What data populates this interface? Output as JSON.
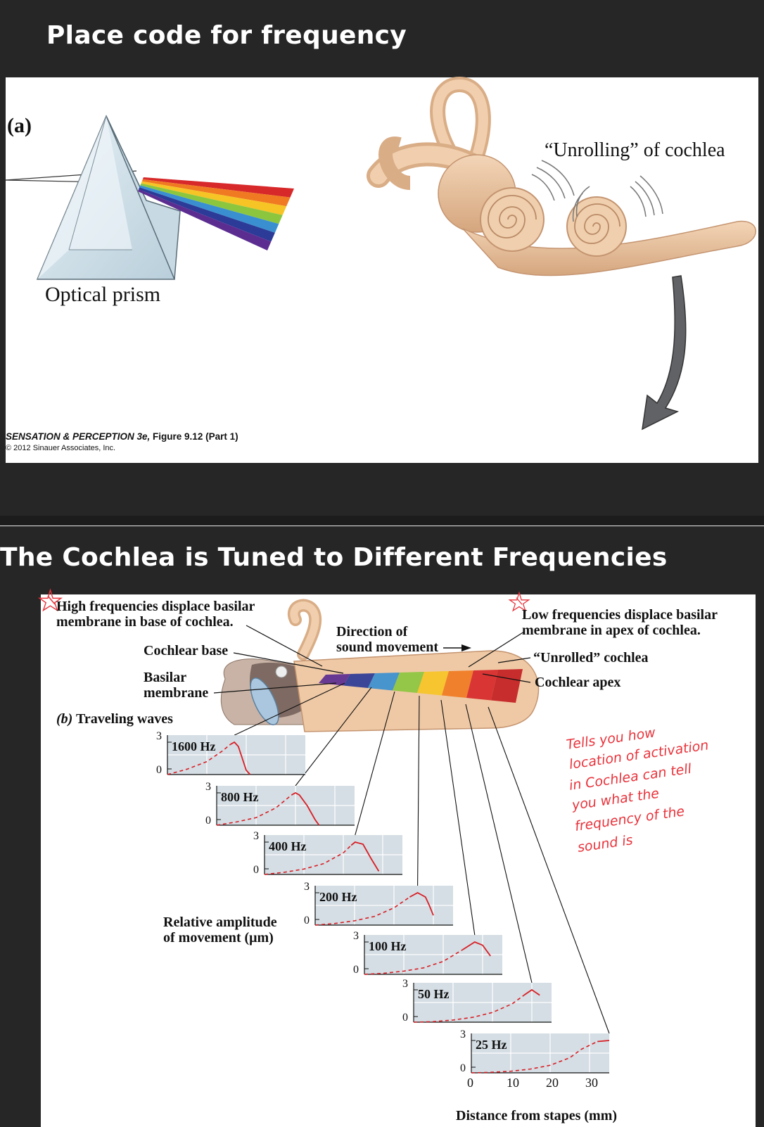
{
  "slide1": {
    "title": "Place code for frequency",
    "panel_label": "(a)",
    "prism_label": "Optical prism",
    "cochlea_label": "“Unrolling” of cochlea",
    "credit_line1_italic": "SENSATION & PERCEPTION 3e,",
    "credit_line1_rest": " Figure 9.12 (Part 1)",
    "credit_line2": "© 2012 Sinauer Associates, Inc.",
    "rainbow_colors": [
      "#d7282a",
      "#f07a22",
      "#f6c425",
      "#8cc63f",
      "#3a8fd0",
      "#2b3b97",
      "#5c2d91"
    ]
  },
  "slide2": {
    "title": "The Cochlea is Tuned to Different Frequencies",
    "high_freq_line1": "High frequencies displace basilar",
    "high_freq_line2": "membrane in base of cochlea.",
    "low_freq_line1": "Low frequencies displace basilar",
    "low_freq_line2": "membrane in apex of cochlea.",
    "direction_line1": "Direction of",
    "direction_line2": "sound movement",
    "cochlear_base": "Cochlear base",
    "basilar_line1": "Basilar",
    "basilar_line2": "membrane",
    "unrolled": "“Unrolled” cochlea",
    "cochlear_apex": "Cochlear apex",
    "panel_label": "(b)",
    "traveling_waves": "Traveling waves",
    "rel_amp_line1": "Relative amplitude",
    "rel_amp_line2": "of movement (μm)",
    "handwritten_note": [
      "Tells you how",
      "location of activation",
      "in Cochlea can tell",
      "you what the",
      "frequency of the",
      "sound is"
    ],
    "star_color": "#e8343c"
  },
  "chart_data": {
    "type": "line",
    "xlabel": "Distance from stapes (mm)",
    "ylabel": "Relative amplitude of movement (μm)",
    "x_ticks": [
      0,
      10,
      20,
      30
    ],
    "y_ticks": [
      0,
      3
    ],
    "xlim": [
      0,
      35
    ],
    "ylim": [
      0,
      3
    ],
    "series": [
      {
        "name": "1600 Hz",
        "peak_x": 17,
        "x": [
          0,
          5,
          10,
          14,
          16,
          17,
          18,
          19,
          20,
          21
        ],
        "y": [
          0.0,
          0.5,
          1.2,
          2.2,
          2.8,
          3.0,
          2.6,
          1.5,
          0.4,
          0.0
        ]
      },
      {
        "name": "800 Hz",
        "peak_x": 20,
        "x": [
          0,
          5,
          10,
          15,
          19,
          20,
          21,
          23,
          25,
          26
        ],
        "y": [
          0.0,
          0.3,
          0.7,
          1.6,
          2.8,
          3.0,
          2.8,
          1.8,
          0.5,
          0.0
        ]
      },
      {
        "name": "400 Hz",
        "peak_x": 23,
        "x": [
          0,
          5,
          10,
          15,
          20,
          22,
          23,
          25,
          27,
          29
        ],
        "y": [
          0.0,
          0.2,
          0.5,
          1.0,
          2.0,
          2.7,
          3.0,
          2.8,
          1.5,
          0.3
        ]
      },
      {
        "name": "200 Hz",
        "peak_x": 26,
        "x": [
          0,
          5,
          10,
          15,
          20,
          24,
          26,
          28,
          29,
          30
        ],
        "y": [
          0.0,
          0.15,
          0.4,
          0.8,
          1.6,
          2.6,
          3.0,
          2.6,
          1.8,
          0.9
        ]
      },
      {
        "name": "100 Hz",
        "peak_x": 28,
        "x": [
          0,
          5,
          10,
          15,
          20,
          25,
          28,
          30,
          32
        ],
        "y": [
          0.0,
          0.1,
          0.3,
          0.6,
          1.2,
          2.3,
          3.0,
          2.7,
          1.7
        ]
      },
      {
        "name": "50 Hz",
        "peak_x": 30,
        "x": [
          0,
          5,
          10,
          15,
          20,
          25,
          28,
          30,
          32
        ],
        "y": [
          0.0,
          0.05,
          0.2,
          0.45,
          0.9,
          1.7,
          2.5,
          3.0,
          2.5
        ]
      },
      {
        "name": "25 Hz",
        "peak_x": 35,
        "x": [
          0,
          5,
          10,
          15,
          20,
          25,
          28,
          32,
          35
        ],
        "y": [
          0.0,
          0.05,
          0.15,
          0.35,
          0.7,
          1.4,
          2.2,
          2.9,
          3.0
        ]
      }
    ]
  }
}
